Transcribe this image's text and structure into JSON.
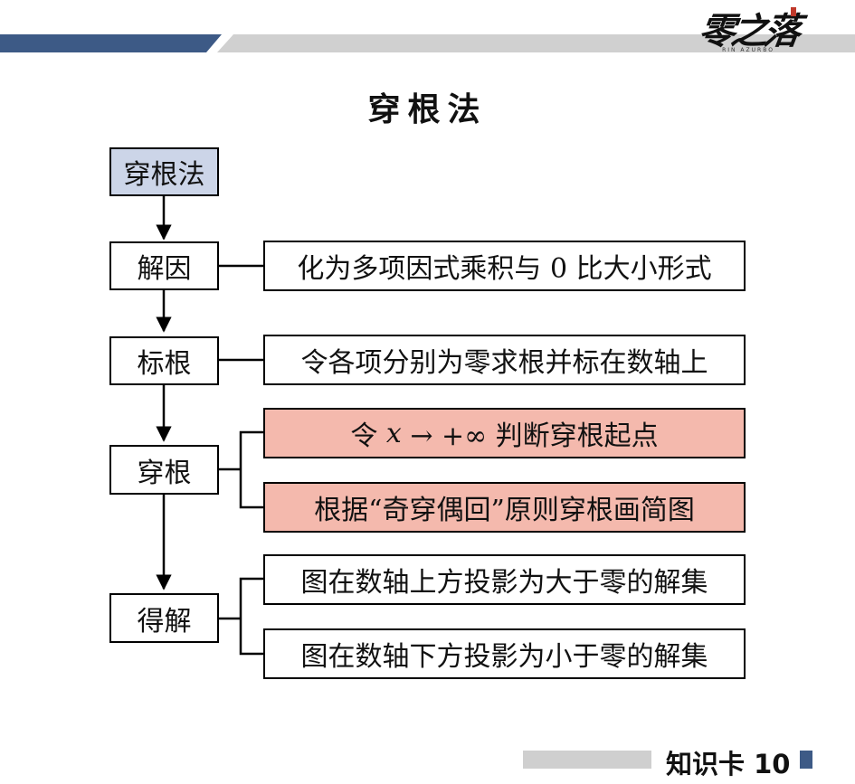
{
  "page": {
    "title": "穿根法",
    "logo": {
      "text": "零之落",
      "subtitle": "RIN AZURBO"
    },
    "footer": {
      "label": "知识卡 10"
    }
  },
  "diagram": {
    "root": "穿根法",
    "steps": [
      {
        "label": "解因",
        "details": [
          "化为多项因式乘积与 0 比大小形式"
        ]
      },
      {
        "label": "标根",
        "details": [
          "令各项分别为零求根并标在数轴上"
        ]
      },
      {
        "label": "穿根",
        "details": [
          {
            "pre": "令 ",
            "var": "x",
            "post": " → +∞ 判断穿根起点"
          },
          "根据“奇穿偶回”原则穿根画简图"
        ]
      },
      {
        "label": "得解",
        "details": [
          "图在数轴上方投影为大于零的解集",
          "图在数轴下方投影为小于零的解集"
        ]
      }
    ]
  },
  "colors": {
    "top_bar_blue": "#3d5a86",
    "top_bar_gray": "#d0d0d0",
    "root_fill": "#ccd5e8",
    "highlight_fill": "#f4b9ad",
    "footer_square": "#3d5a86"
  }
}
